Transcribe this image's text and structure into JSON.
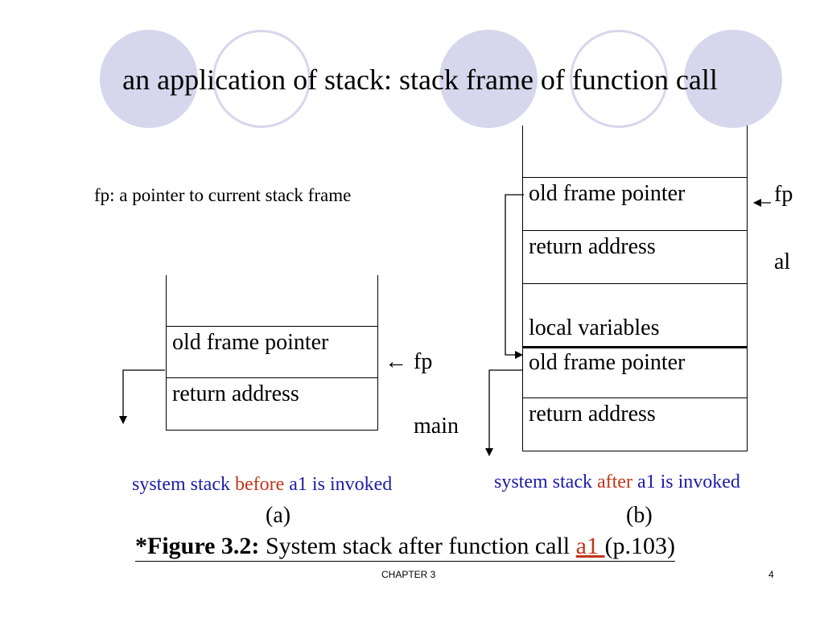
{
  "title": "an application of stack: stack frame of function call",
  "fp_note": "fp: a pointer to current stack frame",
  "stack_a": {
    "cells": [
      "",
      "old frame pointer",
      "return address"
    ],
    "fp_label": "fp",
    "arrow_glyph": "←",
    "frame_label": "main"
  },
  "stack_b": {
    "cells": [
      "",
      "old frame pointer",
      "return address",
      "local variables",
      "old frame pointer",
      "return address"
    ],
    "fp_label": "fp",
    "frame_label": "al"
  },
  "caption_a": {
    "part1": "system stack ",
    "part2": "before",
    "part3": " a1 is invoked",
    "label": "(a)"
  },
  "caption_b": {
    "part1": "system stack ",
    "part2": "after",
    "part3": " a1 is invoked",
    "label": "(b)"
  },
  "figure": {
    "bold": "*Figure 3.2:",
    "text": " System stack after function call ",
    "fn": "a1 ",
    "ref": "(p.103)"
  },
  "footer": {
    "chapter": "CHAPTER 3",
    "page": "4"
  },
  "colors": {
    "circle": "#d6d6ec",
    "caption_blue": "#1c1ca8",
    "highlight_red": "#c0361a"
  }
}
